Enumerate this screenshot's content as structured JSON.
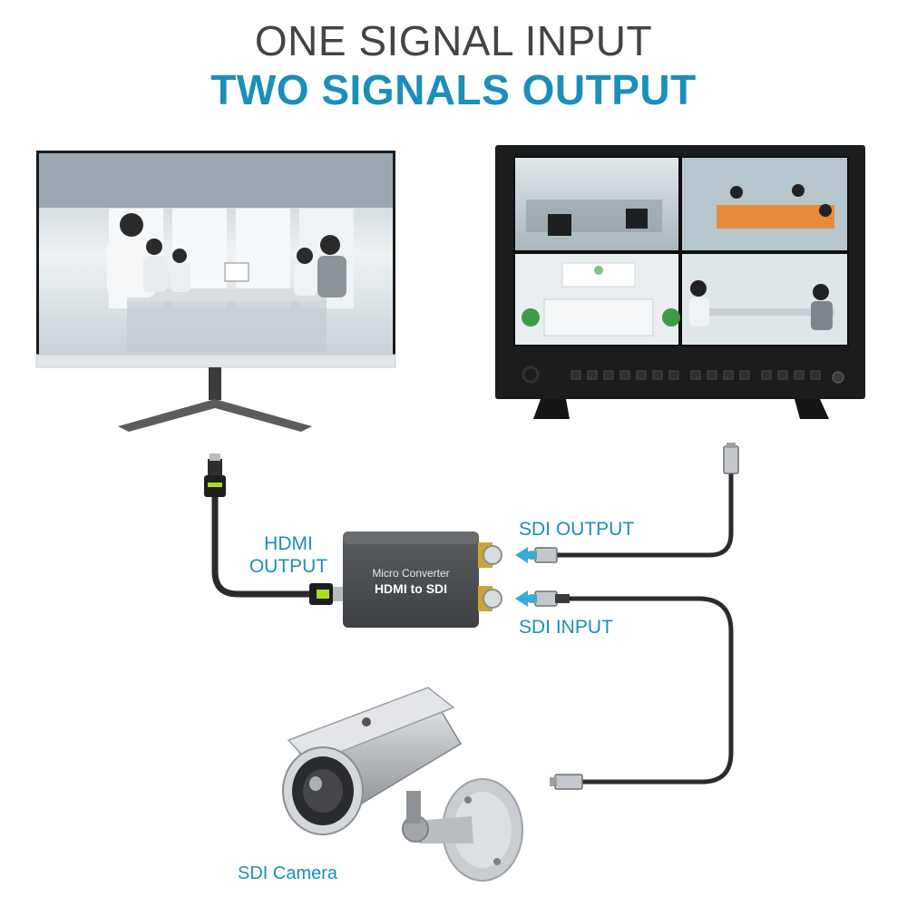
{
  "header": {
    "line1": "ONE SIGNAL INPUT",
    "line2": "TWO SIGNALS OUTPUT"
  },
  "converter": {
    "line1": "Micro Converter",
    "line2": "HDMI to SDI"
  },
  "labels": {
    "hdmi_output_1": "HDMI",
    "hdmi_output_2": "OUTPUT",
    "sdi_output": "SDI OUTPUT",
    "sdi_input": "SDI INPUT",
    "sdi_camera": "SDI Camera"
  },
  "colors": {
    "accent": "#1a8fb8",
    "title_gray": "#444444",
    "cable": "#2b2b2b",
    "converter_body": "#4a4d50",
    "hdmi_tip": "#a8e020"
  },
  "icons": {
    "hdmi_monitor": "monitor-icon",
    "sdi_monitor": "quad-monitor-icon",
    "camera": "cctv-camera-icon"
  }
}
